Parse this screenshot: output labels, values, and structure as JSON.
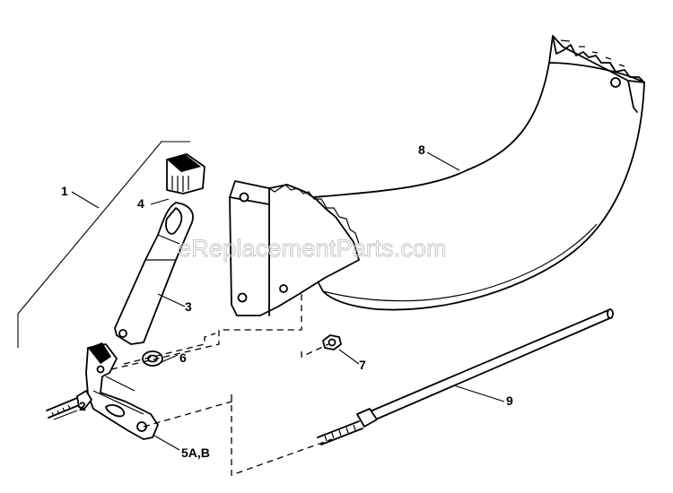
{
  "watermark": "eReplacementParts.com",
  "labels": {
    "p1": "1",
    "p2": "2",
    "p3": "3",
    "p4": "4",
    "p5": "5A,B",
    "p6": "6",
    "p7": "7",
    "p8": "8",
    "p9": "9"
  }
}
